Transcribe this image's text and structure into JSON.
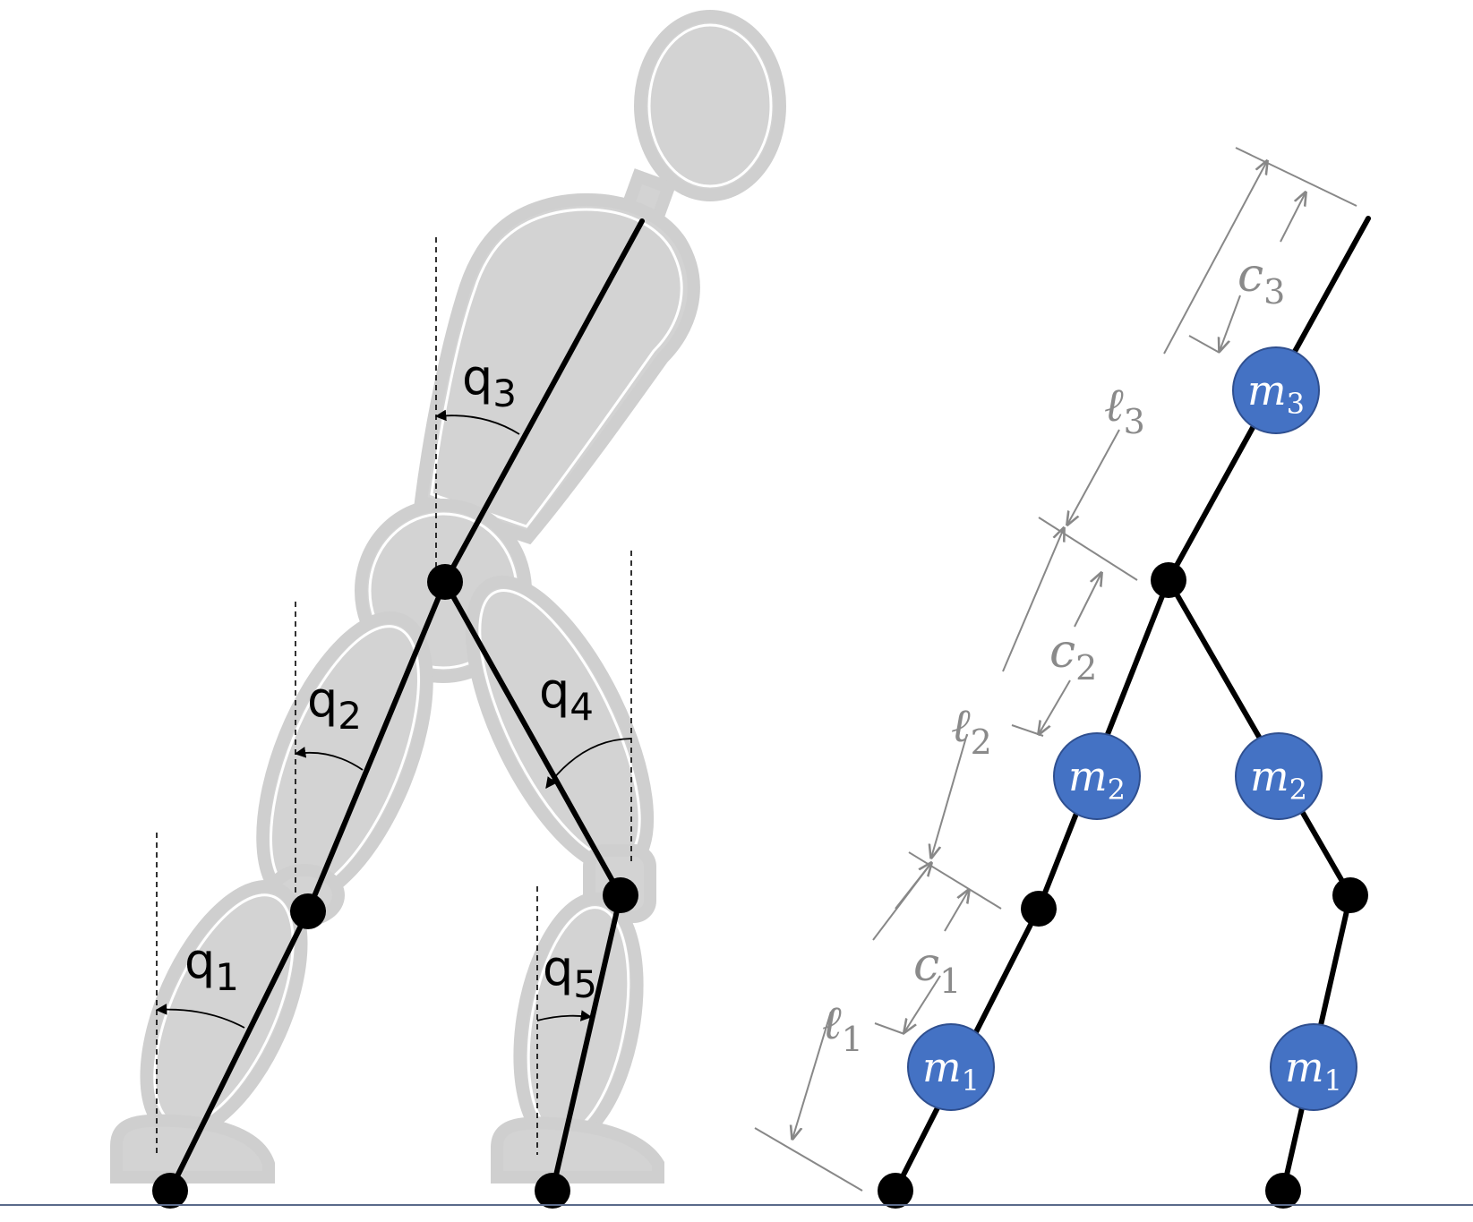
{
  "angles": [
    {
      "name": "q",
      "sub": "1"
    },
    {
      "name": "q",
      "sub": "2"
    },
    {
      "name": "q",
      "sub": "3"
    },
    {
      "name": "q",
      "sub": "4"
    },
    {
      "name": "q",
      "sub": "5"
    }
  ],
  "lengths": [
    {
      "name": "ℓ",
      "sub": "1"
    },
    {
      "name": "ℓ",
      "sub": "2"
    },
    {
      "name": "ℓ",
      "sub": "3"
    }
  ],
  "com_offsets": [
    {
      "name": "c",
      "sub": "1"
    },
    {
      "name": "c",
      "sub": "2"
    },
    {
      "name": "c",
      "sub": "3"
    }
  ],
  "masses": {
    "m1": {
      "name": "m",
      "sub": "1"
    },
    "m2": {
      "name": "m",
      "sub": "2"
    },
    "m3": {
      "name": "m",
      "sub": "3"
    }
  },
  "colors": {
    "mass_fill": "#4472c4",
    "body_fill": "#d3d3d3",
    "dimension_gray": "#888888",
    "ground_line": "#5a6a8a"
  }
}
